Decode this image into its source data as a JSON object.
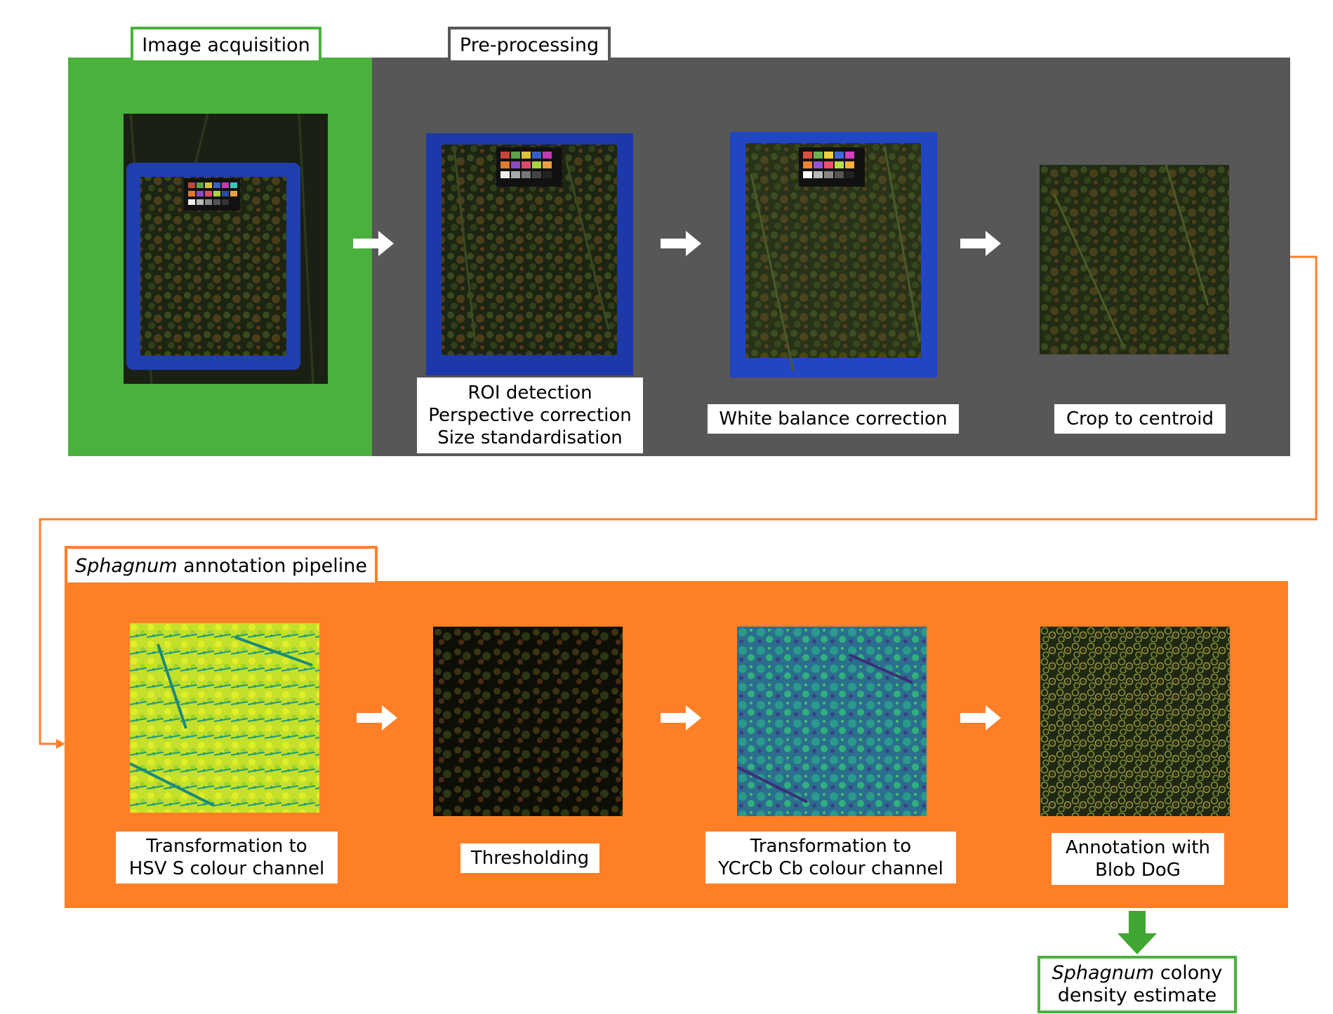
{
  "colors": {
    "acquisition": "#4bb13d",
    "preprocessing": "#575757",
    "pipeline": "#ff7f27",
    "connector": "#ff7f27",
    "output_arrow": "#40a832"
  },
  "sections": {
    "acquisition": {
      "title": "Image acquisition"
    },
    "preprocessing": {
      "title": "Pre-processing"
    },
    "pipeline": {
      "title_italic": "Sphagnum",
      "title_rest": " annotation pipeline"
    }
  },
  "steps": {
    "roi": {
      "lines": [
        "ROI detection",
        "Perspective correction",
        "Size standardisation"
      ]
    },
    "white_balance": {
      "label": "White balance correction"
    },
    "crop": {
      "label": "Crop to centroid"
    },
    "hsv": {
      "lines": [
        "Transformation to",
        "HSV S colour channel"
      ]
    },
    "threshold": {
      "label": "Thresholding"
    },
    "ycrcb": {
      "lines": [
        "Transformation to",
        "YCrCb Cb colour channel"
      ]
    },
    "blob": {
      "lines": [
        "Annotation with",
        "Blob DoG"
      ]
    }
  },
  "output": {
    "italic": "Sphagnum",
    "rest": " colony",
    "line2": "density estimate"
  },
  "icons": {
    "step_arrow": "right-arrow-icon",
    "output_arrow": "down-arrow-icon"
  }
}
